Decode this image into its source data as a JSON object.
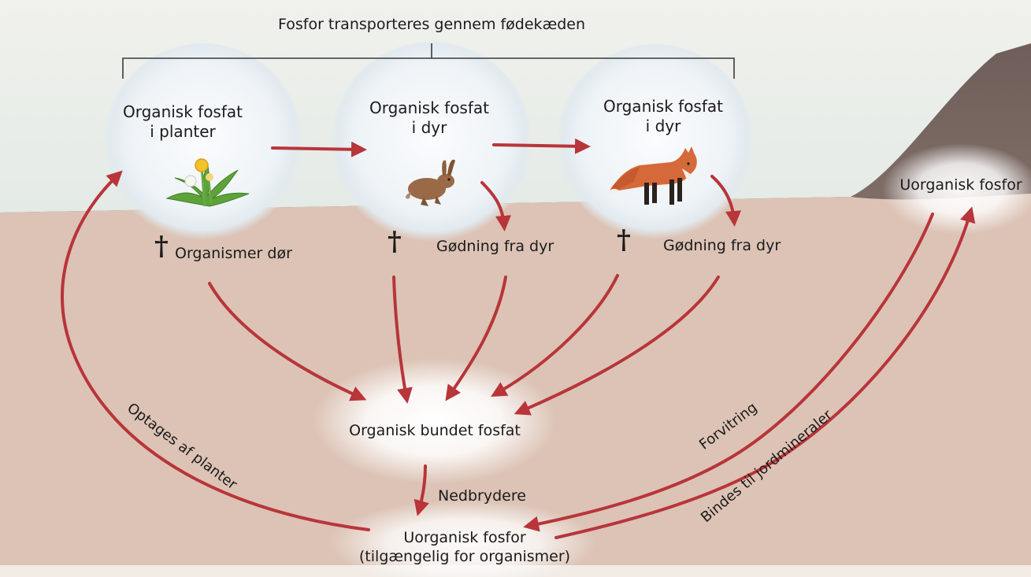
{
  "title": "Fosfor transporteres gennem fødekæden",
  "nodes": {
    "plants": {
      "line1": "Organisk fosfat",
      "line2": "i planter"
    },
    "rabbit": {
      "line1": "Organisk fosfat",
      "line2": "i dyr"
    },
    "fox": {
      "line1": "Organisk fosfat",
      "line2": "i dyr"
    },
    "mountain": {
      "label": "Uorganisk fosfor"
    }
  },
  "death_symbol": "†",
  "labels": {
    "organisms_die": "Organismer dør",
    "manure_1": "Gødning fra dyr",
    "manure_2": "Gødning fra dyr",
    "bound": "Organisk bundet fosfat",
    "decomposers": "Nedbrydere",
    "inorganic_line1": "Uorganisk fosfor",
    "inorganic_line2": "(tilgængelig for organismer)",
    "uptake": "Optages af planter",
    "weathering": "Forvitring",
    "binding": "Bindes til jordmineraler"
  },
  "colors": {
    "arrow": "#b8353a",
    "sky": "#dfe8e4",
    "ground": "#dcc3b5",
    "mountain": "#8a7872",
    "text": "#1b1b1b"
  },
  "icons": [
    "dandelion-icon",
    "rabbit-icon",
    "fox-icon",
    "cross-icon"
  ]
}
